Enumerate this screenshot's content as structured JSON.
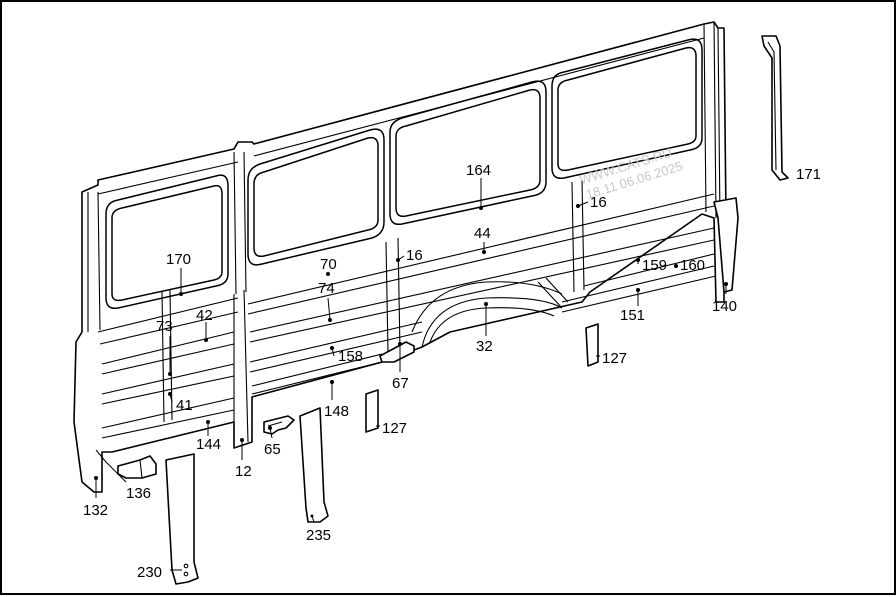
{
  "colors": {
    "line": "#000000",
    "background": "#ffffff",
    "watermark": "#c8c8c8"
  },
  "watermark": {
    "line1": "WWW.CATS.RU",
    "line2": "18.11 06.06.2025"
  },
  "callouts": [
    {
      "id": "170",
      "text": "170"
    },
    {
      "id": "164",
      "text": "164"
    },
    {
      "id": "16a",
      "text": "16"
    },
    {
      "id": "16b",
      "text": "16"
    },
    {
      "id": "171",
      "text": "171"
    },
    {
      "id": "70",
      "text": "70"
    },
    {
      "id": "74",
      "text": "74"
    },
    {
      "id": "44",
      "text": "44"
    },
    {
      "id": "159",
      "text": "159"
    },
    {
      "id": "160",
      "text": "160"
    },
    {
      "id": "140",
      "text": "140"
    },
    {
      "id": "42",
      "text": "42"
    },
    {
      "id": "73",
      "text": "73"
    },
    {
      "id": "158",
      "text": "158"
    },
    {
      "id": "32",
      "text": "32"
    },
    {
      "id": "151",
      "text": "151"
    },
    {
      "id": "127a",
      "text": "127"
    },
    {
      "id": "127b",
      "text": "127"
    },
    {
      "id": "67",
      "text": "67"
    },
    {
      "id": "41",
      "text": "41"
    },
    {
      "id": "148",
      "text": "148"
    },
    {
      "id": "144",
      "text": "144"
    },
    {
      "id": "65",
      "text": "65"
    },
    {
      "id": "12",
      "text": "12"
    },
    {
      "id": "136",
      "text": "136"
    },
    {
      "id": "132",
      "text": "132"
    },
    {
      "id": "235",
      "text": "235"
    },
    {
      "id": "230",
      "text": "230"
    }
  ]
}
